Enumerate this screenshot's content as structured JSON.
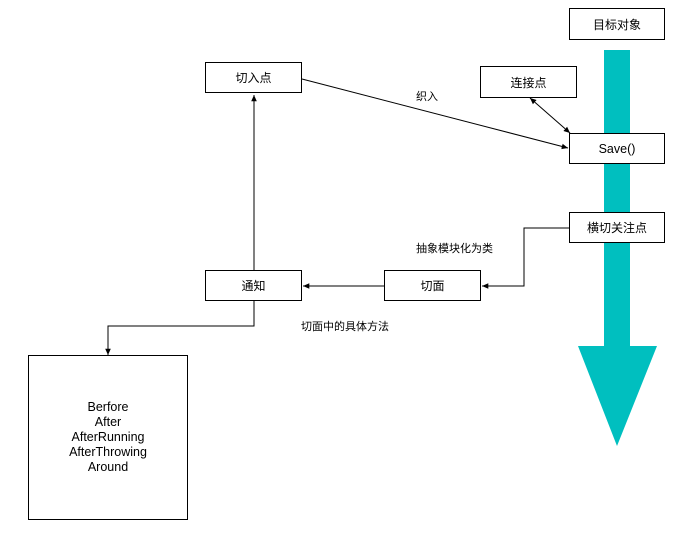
{
  "diagram": {
    "target_object": "目标对象",
    "pointcut": "切入点",
    "join_point": "连接点",
    "save": "Save()",
    "crosscutting_concern": "横切关注点",
    "aspect": "切面",
    "advice": "通知",
    "advice_types": [
      "Berfore",
      "After",
      "AfterRunning",
      "AfterThrowing",
      "Around"
    ],
    "weave_label": "织入",
    "abstract_label": "抽象模块化为类",
    "aspect_method_label": "切面中的具体方法"
  },
  "colors": {
    "flow_arrow": "#00BFBF",
    "lines": "#000000",
    "box_border": "#000000"
  }
}
